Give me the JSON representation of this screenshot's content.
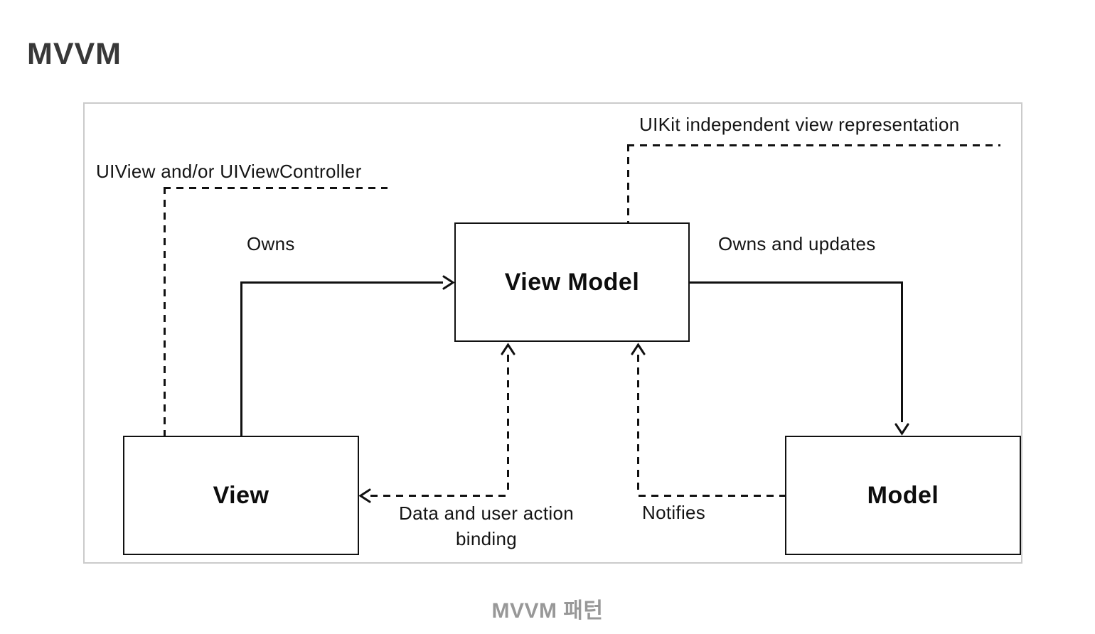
{
  "page": {
    "title": "MVVM",
    "caption": "MVVM 패턴"
  },
  "colors": {
    "line": "#111111",
    "container_border": "#cbcbcb",
    "title": "#383838",
    "caption": "#989898"
  },
  "diagram": {
    "nodes": {
      "view": {
        "label": "View"
      },
      "view_model": {
        "label": "View Model"
      },
      "model": {
        "label": "Model"
      }
    },
    "annotations": {
      "uiview": "UIView and/or UIViewController",
      "uikit": "UIKit independent view representation"
    },
    "edges": {
      "owns": {
        "label": "Owns"
      },
      "owns_and_updates": {
        "label": "Owns and updates"
      },
      "binding": {
        "label_line1": "Data and user action",
        "label_line2": "binding"
      },
      "notifies": {
        "label": "Notifies"
      }
    }
  }
}
